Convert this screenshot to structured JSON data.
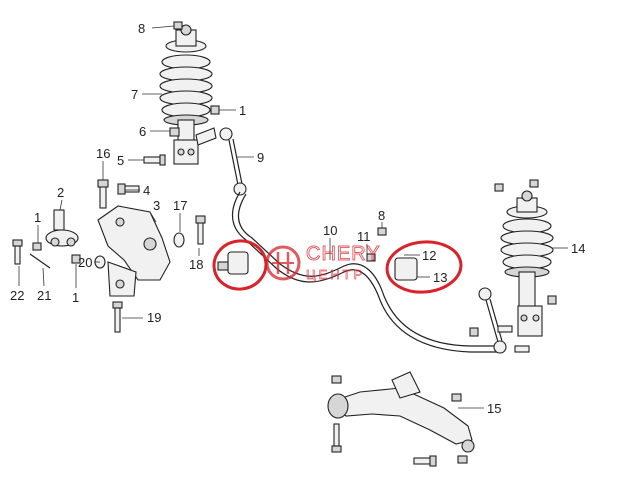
{
  "watermark": {
    "brand": "CHERY",
    "sub": "ЦЕНТР",
    "color": "#d9222a"
  },
  "highlight_color": "#d9222a",
  "callouts": {
    "c1a": "8",
    "c1b": "7",
    "c1c": "1",
    "c1d": "6",
    "c1e": "9",
    "c1f": "16",
    "c1g": "5",
    "c1h": "4",
    "c1i": "2",
    "c1j": "3",
    "c1k": "17",
    "c1l": "1",
    "c1m": "18",
    "c1n": "20",
    "c1o": "22",
    "c1p": "21",
    "c1q": "1",
    "c1r": "19",
    "c1s": "10",
    "c1t": "8",
    "c1u": "11",
    "c1v": "12",
    "c1w": "13",
    "c1x": "14",
    "c1y": "15"
  }
}
